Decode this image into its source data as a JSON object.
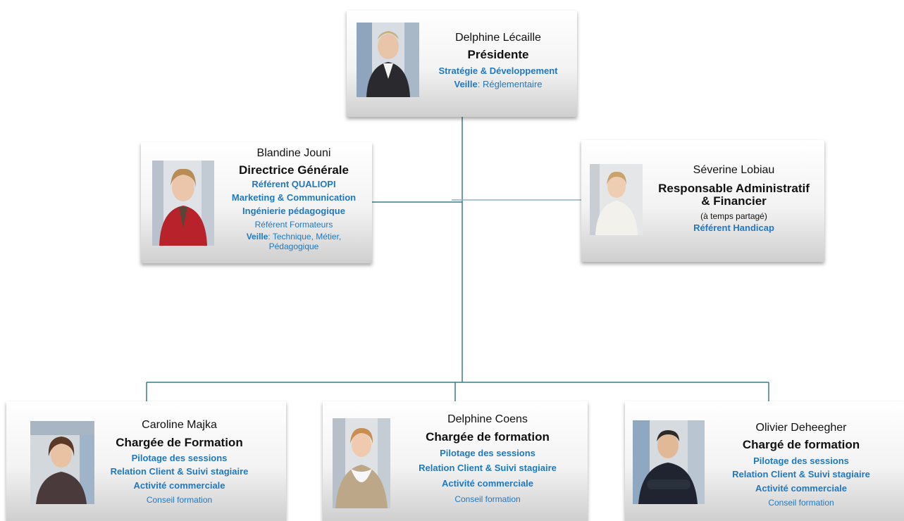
{
  "colors": {
    "connector": "#3d7a8c",
    "accent": "#1f78c0",
    "text": "#111111"
  },
  "president": {
    "name": "Delphine Lécaille",
    "role": "Présidente",
    "line1": "Stratégie & Développement",
    "line2_label": "Veille",
    "line2_value": ": Réglementaire"
  },
  "dg": {
    "name": "Blandine Jouni",
    "role": "Directrice Générale",
    "lines": [
      "Référent QUALIOPI",
      "Marketing & Communication",
      "Ingénierie pédagogique"
    ],
    "line4": "Référent Formateurs",
    "veille_label": "Veille",
    "veille_value": ": Technique, Métier,",
    "veille_value2": "Pédagogique"
  },
  "raf": {
    "name": "Séverine  Lobiau",
    "role": "Responsable Administratif & Financier",
    "note": "(à temps partagé)",
    "line": "Référent Handicap"
  },
  "team": [
    {
      "name": "Caroline Majka",
      "role": "Chargée de Formation",
      "lines": [
        "Pilotage des sessions",
        "Relation Client & Suivi stagiaire",
        "Activité commerciale"
      ],
      "line4": "Conseil formation"
    },
    {
      "name": "Delphine Coens",
      "role": "Chargée de formation",
      "lines": [
        "Pilotage des sessions",
        "Relation Client & Suivi stagiaire",
        "Activité commerciale"
      ],
      "line4": "Conseil formation"
    },
    {
      "name": "Olivier Deheegher",
      "role": "Chargé de formation",
      "lines": [
        "Pilotage des sessions",
        "Relation Client & Suivi stagiaire",
        "Activité commerciale"
      ],
      "line4": "Conseil formation"
    }
  ]
}
